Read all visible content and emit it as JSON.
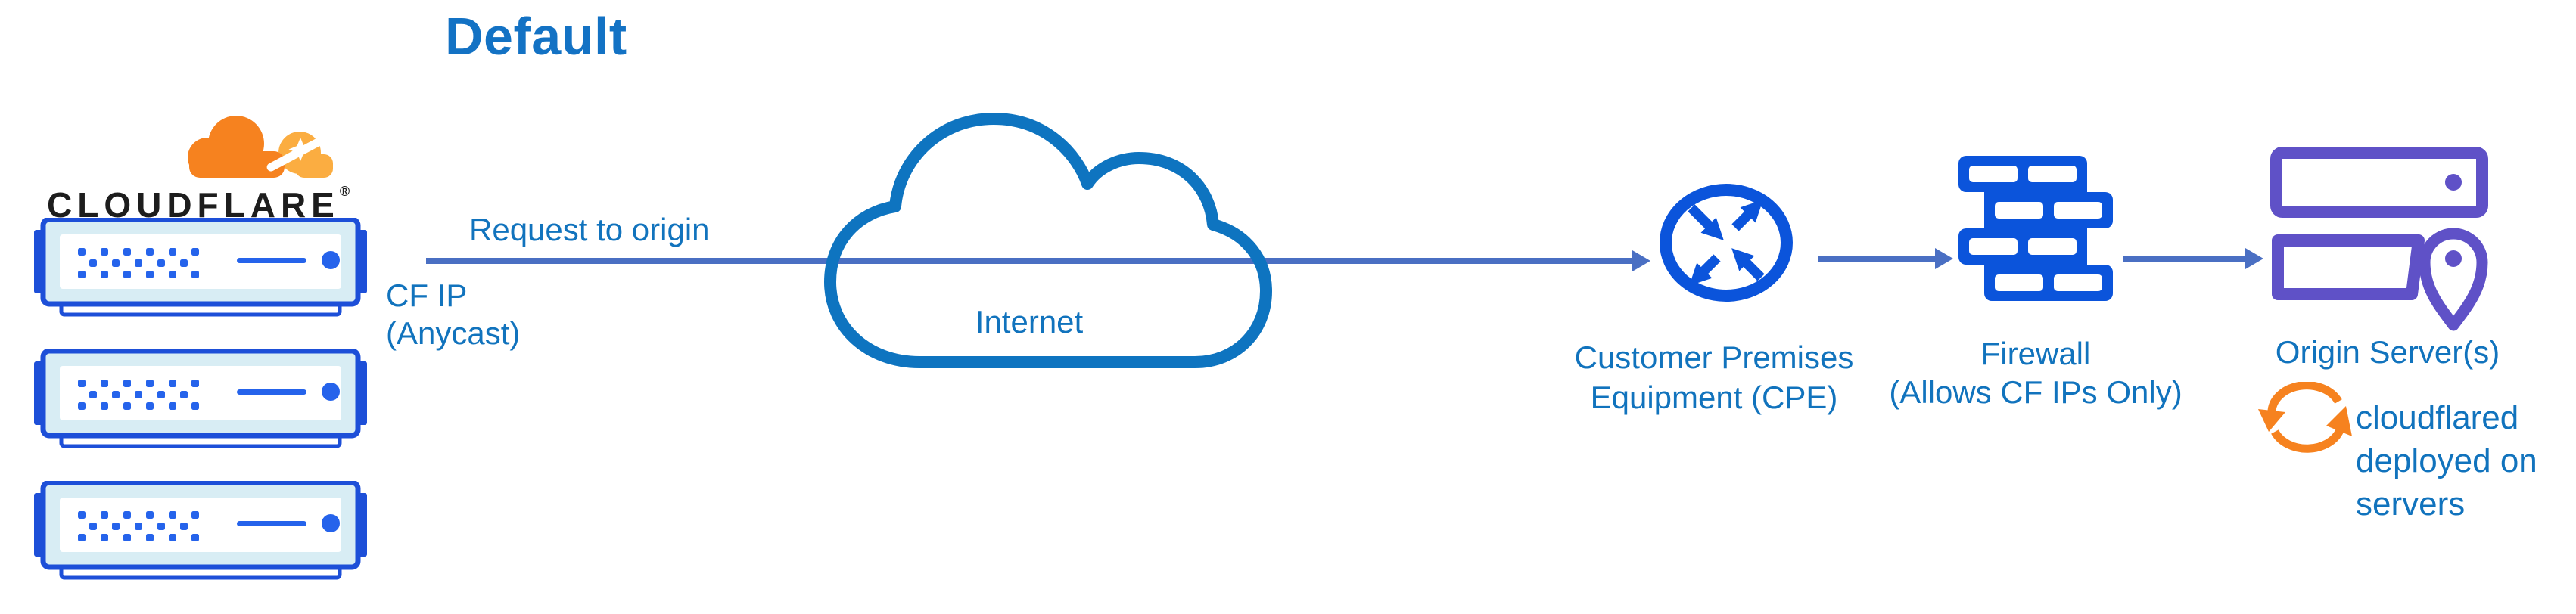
{
  "title": "Default",
  "brand": {
    "wordmark": "CLOUDFLARE",
    "registered_mark": "®"
  },
  "edge": {
    "request_label": "Request to origin",
    "ip_label_lines": [
      "CF IP",
      "(Anycast)"
    ],
    "server_count": 3
  },
  "internet": {
    "label": "Internet"
  },
  "cpe": {
    "label_lines": [
      "Customer Premises",
      "Equipment (CPE)"
    ]
  },
  "firewall": {
    "label_lines": [
      "Firewall",
      "(Allows CF IPs Only)"
    ]
  },
  "origin": {
    "label": "Origin Server(s)",
    "note_lines": [
      "cloudflared",
      "deployed on",
      "servers"
    ]
  },
  "icons": {
    "cloudflare-logo-icon": "orange cloudflare cloud with white flare",
    "cf-server-icon": "blue edge server rack with dot matrix",
    "internet-cloud-icon": "blue cloud outline",
    "cpe-router-icon": "circle with four crossing arrows",
    "firewall-icon": "blue brick wall",
    "origin-server-icon": "purple stacked servers",
    "location-pin-icon": "purple map pin",
    "sync-icon": "orange circular arrows",
    "flow-arrow-icon": "right-pointing flow arrow"
  },
  "colors": {
    "title_blue": "#1372c4",
    "label_blue": "#1173bd",
    "icon_blue": "#0b54db",
    "server_border": "#1d4fd8",
    "server_fill": "#d8edf4",
    "dot_blue": "#2563eb",
    "cloud_blue": "#0e74c0",
    "arrow_blue": "#4a6fc3",
    "brand_orange": "#f6821f",
    "brand_orange_light": "#fbad41",
    "purple": "#5f51c7",
    "wordmark_black": "#1d1d1d"
  }
}
